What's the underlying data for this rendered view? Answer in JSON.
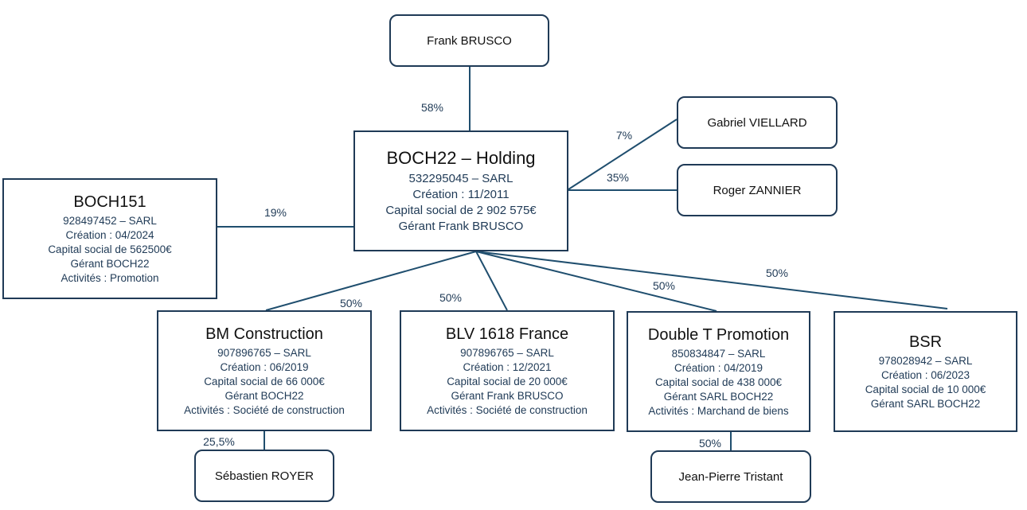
{
  "persons": [
    {
      "id": "frank",
      "name": "Frank BRUSCO"
    },
    {
      "id": "gabriel",
      "name": "Gabriel VIELLARD"
    },
    {
      "id": "roger",
      "name": "Roger ZANNIER"
    },
    {
      "id": "sebastien",
      "name": "Sébastien ROYER"
    },
    {
      "id": "jeanpierre",
      "name": "Jean-Pierre Tristant"
    }
  ],
  "companies": [
    {
      "id": "boch22",
      "title": "BOCH22 – Holding",
      "lines": [
        "532295045 – SARL",
        "Création : 11/2011",
        "Capital social de 2 902 575€",
        "Gérant Frank BRUSCO"
      ]
    },
    {
      "id": "boch151",
      "title": "BOCH151",
      "lines": [
        "928497452 – SARL",
        "Création : 04/2024",
        "Capital social de 562500€",
        "Gérant BOCH22",
        "Activités : Promotion"
      ]
    },
    {
      "id": "bm",
      "title": "BM Construction",
      "lines": [
        "907896765 – SARL",
        "Création : 06/2019",
        "Capital social de 66 000€",
        "Gérant BOCH22",
        "Activités : Société de construction"
      ]
    },
    {
      "id": "blv",
      "title": "BLV 1618 France",
      "lines": [
        "907896765 – SARL",
        "Création : 12/2021",
        "Capital social de 20 000€",
        "Gérant Frank BRUSCO",
        "Activités : Société de construction"
      ]
    },
    {
      "id": "doublet",
      "title": "Double T Promotion",
      "lines": [
        "850834847 – SARL",
        "Création : 04/2019",
        "Capital social de 438 000€",
        "Gérant SARL BOCH22",
        "Activités : Marchand de biens"
      ]
    },
    {
      "id": "bsr",
      "title": "BSR",
      "lines": [
        "978028942 – SARL",
        "Création : 06/2023",
        "Capital social de 10 000€",
        "Gérant SARL BOCH22"
      ]
    }
  ],
  "links": [
    {
      "from": "frank",
      "to": "boch22",
      "label": "58%"
    },
    {
      "from": "gabriel",
      "to": "boch22",
      "label": "7%"
    },
    {
      "from": "roger",
      "to": "boch22",
      "label": "35%"
    },
    {
      "from": "boch22",
      "to": "boch151",
      "label": "19%"
    },
    {
      "from": "boch22",
      "to": "bm",
      "label": "50%"
    },
    {
      "from": "boch22",
      "to": "blv",
      "label": "50%"
    },
    {
      "from": "boch22",
      "to": "doublet",
      "label": "50%"
    },
    {
      "from": "boch22",
      "to": "bsr",
      "label": "50%"
    },
    {
      "from": "sebastien",
      "to": "bm",
      "label": "25,5%"
    },
    {
      "from": "jeanpierre",
      "to": "doublet",
      "label": "50%"
    }
  ],
  "colors": {
    "line": "#1f4e6e",
    "border": "#1f3a56",
    "text": "#1f3a56"
  }
}
